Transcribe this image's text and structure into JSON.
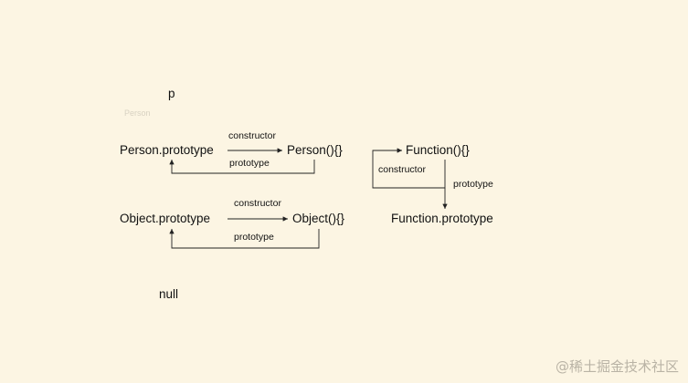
{
  "diagram": {
    "nodes": {
      "p": "p",
      "p_sub": "Person",
      "person_prototype": "Person.prototype",
      "person_ctor": "Person(){}",
      "function_ctor": "Function(){}",
      "object_prototype": "Object.prototype",
      "object_ctor": "Object(){}",
      "function_prototype": "Function.prototype",
      "null": "null"
    },
    "edges": {
      "person_constructor": "constructor",
      "person_prototype": "prototype",
      "function_constructor": "constructor",
      "function_prototype": "prototype",
      "object_constructor": "constructor",
      "object_prototype": "prototype"
    },
    "colors": {
      "background": "#fcf5e3",
      "line": "#222222",
      "text": "#111111"
    }
  },
  "watermark": {
    "text": "@稀土掘金技术社区"
  }
}
